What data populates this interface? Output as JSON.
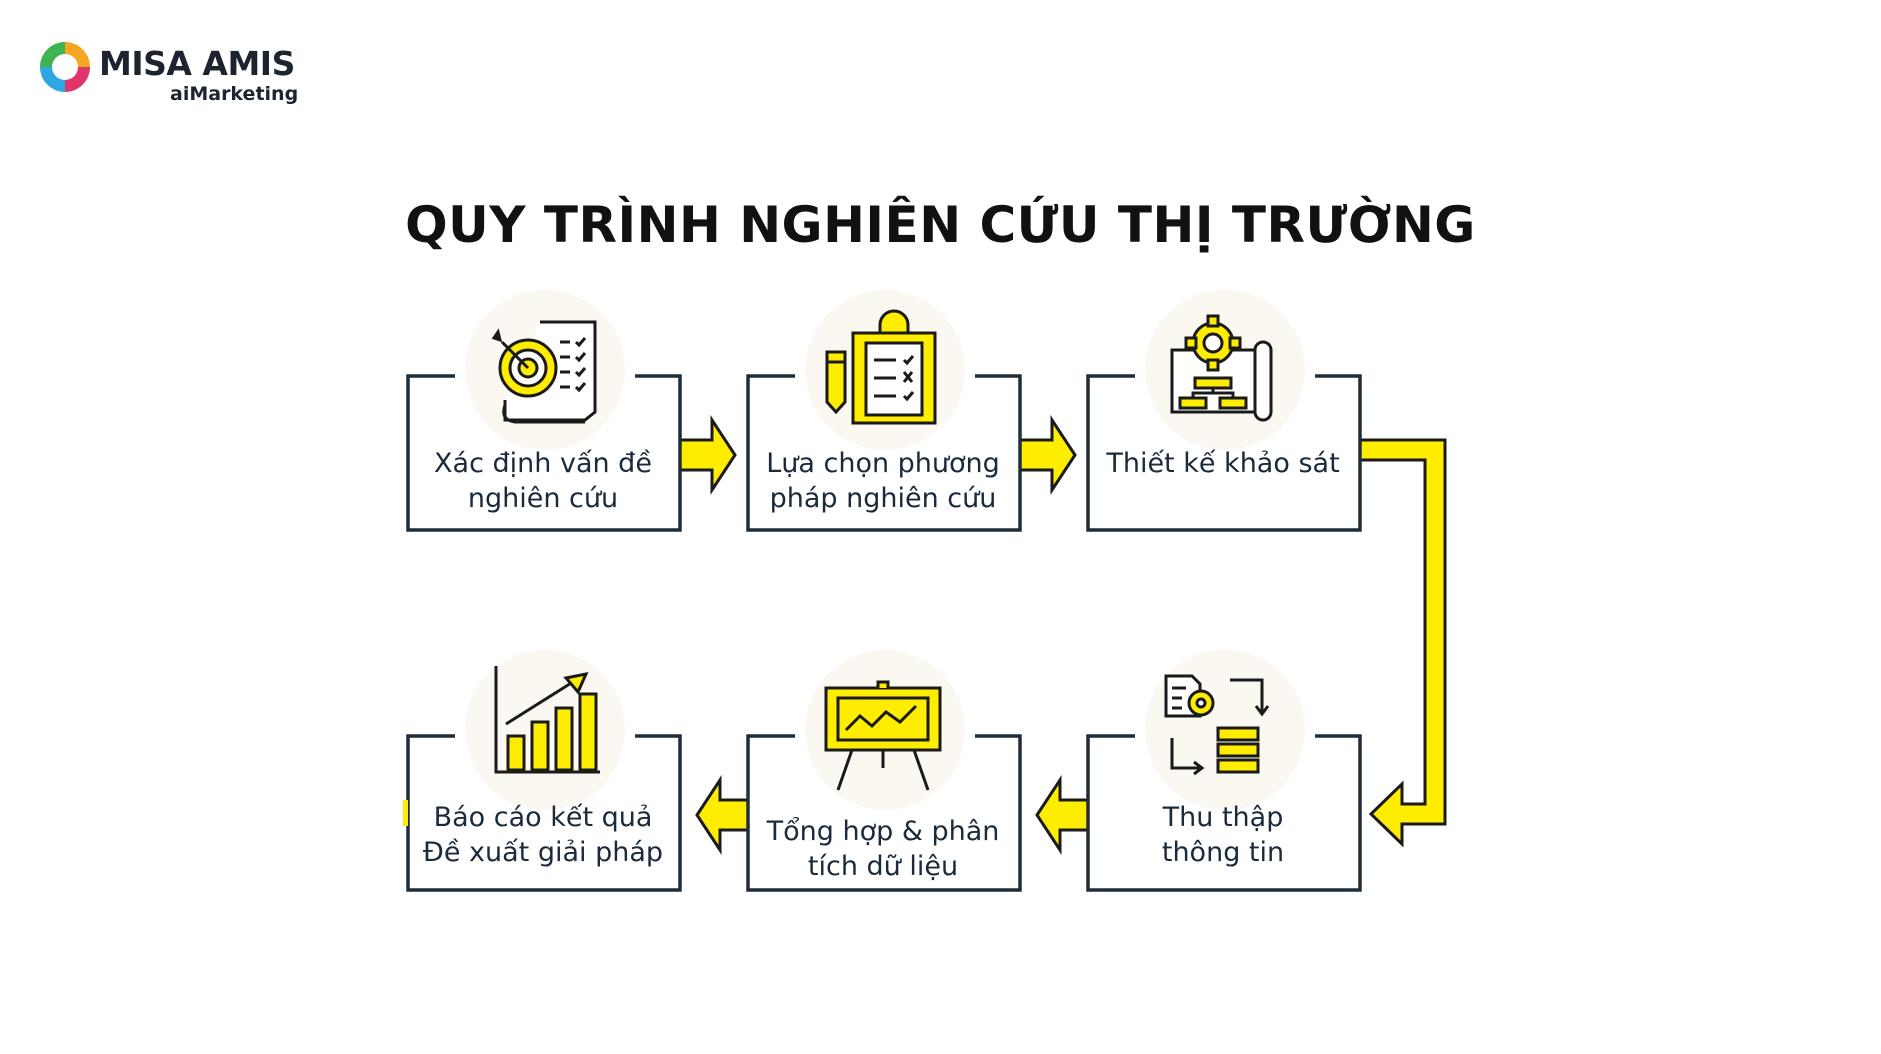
{
  "logo": {
    "brand": "MISA AMIS",
    "product": "aiMarketing"
  },
  "title": "QUY TRÌNH NGHIÊN CỨU THỊ TRƯỜNG",
  "steps": [
    {
      "line1": "Xác định vấn đề",
      "line2": "nghiên cứu",
      "icon": "target-checklist-icon"
    },
    {
      "line1": "Lựa chọn phương",
      "line2": "pháp nghiên cứu",
      "icon": "clipboard-checklist-icon"
    },
    {
      "line1": "Thiết kế khảo sát",
      "line2": "",
      "icon": "blueprint-gear-icon"
    },
    {
      "line1": "Thu thập",
      "line2": "thông tin",
      "icon": "data-collection-icon"
    },
    {
      "line1": "Tổng hợp & phân",
      "line2": "tích dữ liệu",
      "icon": "presentation-board-icon"
    },
    {
      "line1": "Báo cáo kết quả",
      "line2": "Đề xuất giải pháp",
      "icon": "growth-chart-icon"
    }
  ],
  "colors": {
    "accent": "#ffed00",
    "outline": "#1a1a1a",
    "box_border": "#1f2d3a",
    "text": "#1a2a3d",
    "icon_bg": "#fbf8f2"
  }
}
